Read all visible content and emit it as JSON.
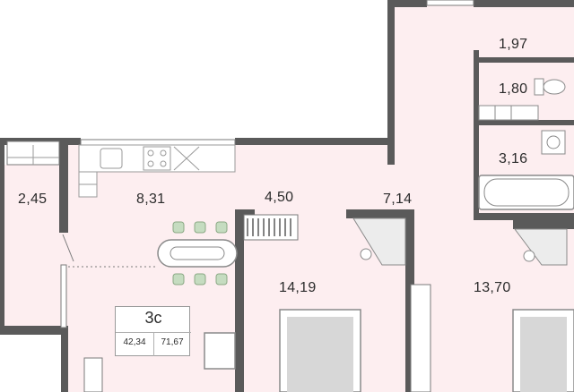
{
  "plan": {
    "rooms": [
      {
        "id": "wc-upper",
        "area": "1,97"
      },
      {
        "id": "wc-lower",
        "area": "1,80"
      },
      {
        "id": "bathroom",
        "area": "3,16"
      },
      {
        "id": "balcony",
        "area": "2,45"
      },
      {
        "id": "kitchen",
        "area": "8,31"
      },
      {
        "id": "corridor",
        "area": "4,50"
      },
      {
        "id": "hall",
        "area": "7,14"
      },
      {
        "id": "bedroom-1",
        "area": "14,19"
      },
      {
        "id": "bedroom-2",
        "area": "13,70"
      }
    ],
    "summary": {
      "type": "3с",
      "living_area": "42,34",
      "total_area": "71,67"
    },
    "colors": {
      "floor": "#fdeef0",
      "wall": "#5a5a5a",
      "chair": "#c5dcc0",
      "furniture": "#9a9a9a"
    }
  }
}
